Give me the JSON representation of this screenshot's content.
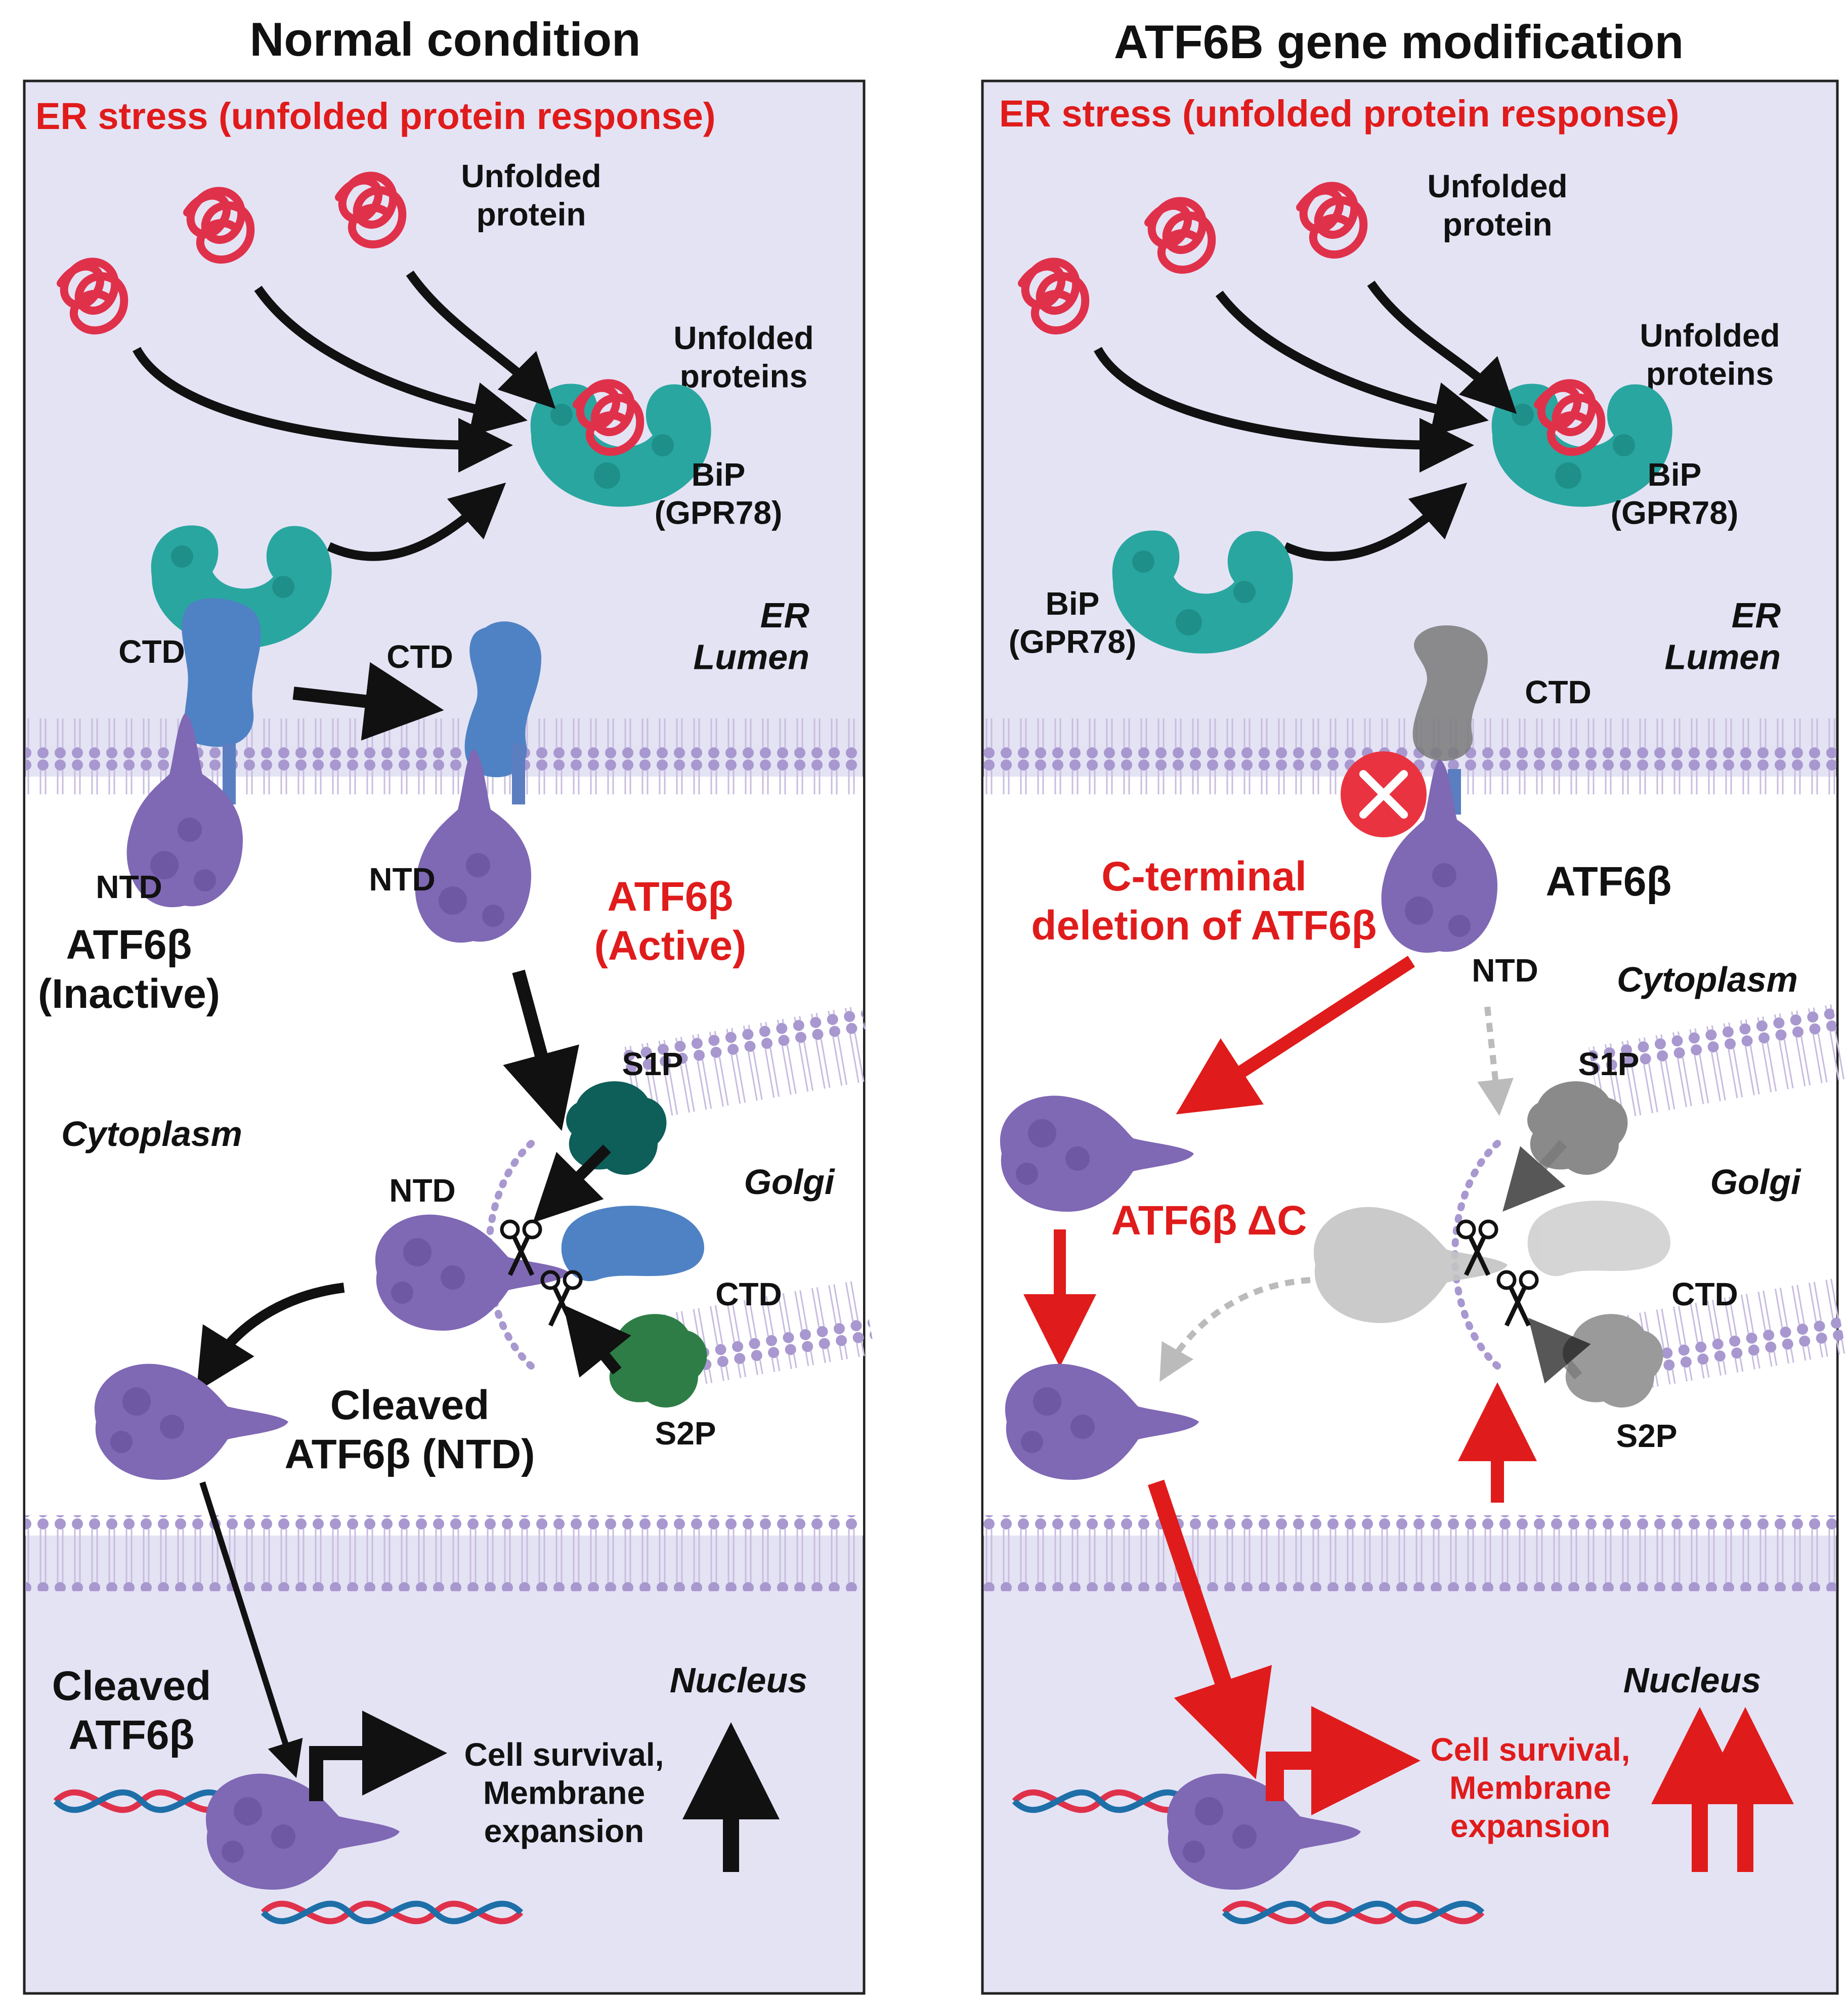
{
  "panels": [
    {
      "title": "Normal condition",
      "stress_label": "ER stress (unfolded protein response)",
      "unfolded_protein": "Unfolded\nprotein",
      "unfolded_proteins": "Unfolded\nproteins",
      "bip": "BiP\n(GPR78)",
      "ctd": "CTD",
      "ntd": "NTD",
      "er_lumen": "ER\nLumen",
      "atf6b_inactive": "ATF6β\n(Inactive)",
      "atf6b_active": "ATF6β\n(Active)",
      "cytoplasm": "Cytoplasm",
      "golgi": "Golgi",
      "s1p": "S1P",
      "s2p": "S2P",
      "cleaved_ntd": "Cleaved\nATF6β (NTD)",
      "nucleus": "Nucleus",
      "cleaved_atf6b": "Cleaved\nATF6β",
      "outcome": "Cell survival,\nMembrane\nexpansion"
    },
    {
      "title": "ATF6B gene modification",
      "stress_label": "ER stress (unfolded protein response)",
      "unfolded_protein": "Unfolded\nprotein",
      "unfolded_proteins": "Unfolded\nproteins",
      "bip": "BiP\n(GPR78)",
      "bip_free": "BiP\n(GPR78)",
      "ctd": "CTD",
      "ntd": "NTD",
      "er_lumen": "ER\nLumen",
      "atf6b": "ATF6β",
      "deletion": "C-terminal\ndeletion of ATF6β",
      "cytoplasm": "Cytoplasm",
      "golgi": "Golgi",
      "s1p": "S1P",
      "s2p": "S2P",
      "atf6b_dc": "ATF6β ΔC",
      "nucleus": "Nucleus",
      "outcome": "Cell survival,\nMembrane\nexpansion"
    }
  ],
  "colors": {
    "panel_bg": "#e4e3f4",
    "membrane": "#9e8ec6",
    "bip": "#2aa6a0",
    "ctd": "#4f82c4",
    "ntd": "#7f68b4",
    "unfolded": "#e0314b",
    "s1p": "#0e5e5a",
    "s2p": "#2e7d47",
    "deleted": "#7a7a7a",
    "inactive_grey": "#bdbdbd",
    "red": "#e01b1b"
  }
}
